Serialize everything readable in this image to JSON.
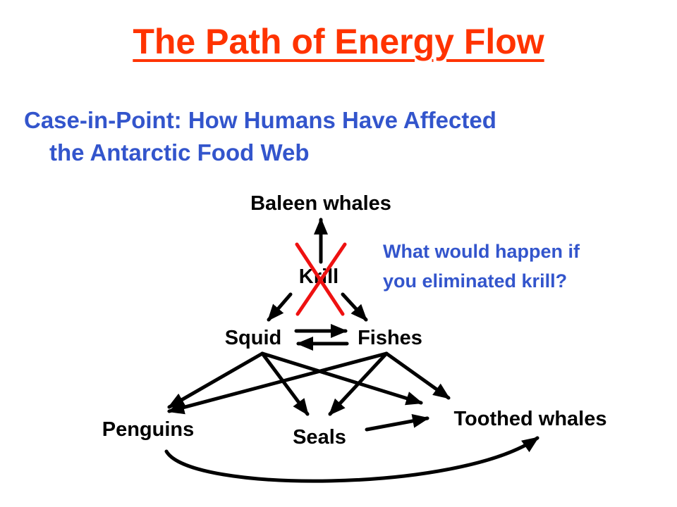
{
  "slide": {
    "title": "The Path of Energy Flow",
    "subtitle_line1": "Case-in-Point: How Humans Have Affected",
    "subtitle_line2": "the Antarctic Food Web",
    "question_line1": "What would happen if",
    "question_line2": "you eliminated krill?"
  },
  "nodes": {
    "baleen_whales": "Baleen whales",
    "krill": "Krill",
    "squid": "Squid",
    "fishes": "Fishes",
    "penguins": "Penguins",
    "seals": "Seals",
    "toothed_whales": "Toothed whales"
  },
  "colors": {
    "title": "#ff3300",
    "subtitle": "#3355cc",
    "cross": "#ee1111",
    "arrows": "#000000"
  },
  "food_web_links": [
    {
      "from": "krill",
      "to": "baleen_whales"
    },
    {
      "from": "krill",
      "to": "squid"
    },
    {
      "from": "krill",
      "to": "fishes"
    },
    {
      "from": "squid",
      "to": "fishes"
    },
    {
      "from": "fishes",
      "to": "squid"
    },
    {
      "from": "squid",
      "to": "penguins"
    },
    {
      "from": "squid",
      "to": "seals"
    },
    {
      "from": "squid",
      "to": "toothed_whales"
    },
    {
      "from": "fishes",
      "to": "penguins"
    },
    {
      "from": "fishes",
      "to": "seals"
    },
    {
      "from": "fishes",
      "to": "toothed_whales"
    },
    {
      "from": "seals",
      "to": "toothed_whales"
    },
    {
      "from": "penguins",
      "to": "toothed_whales"
    }
  ],
  "eliminated": "krill"
}
